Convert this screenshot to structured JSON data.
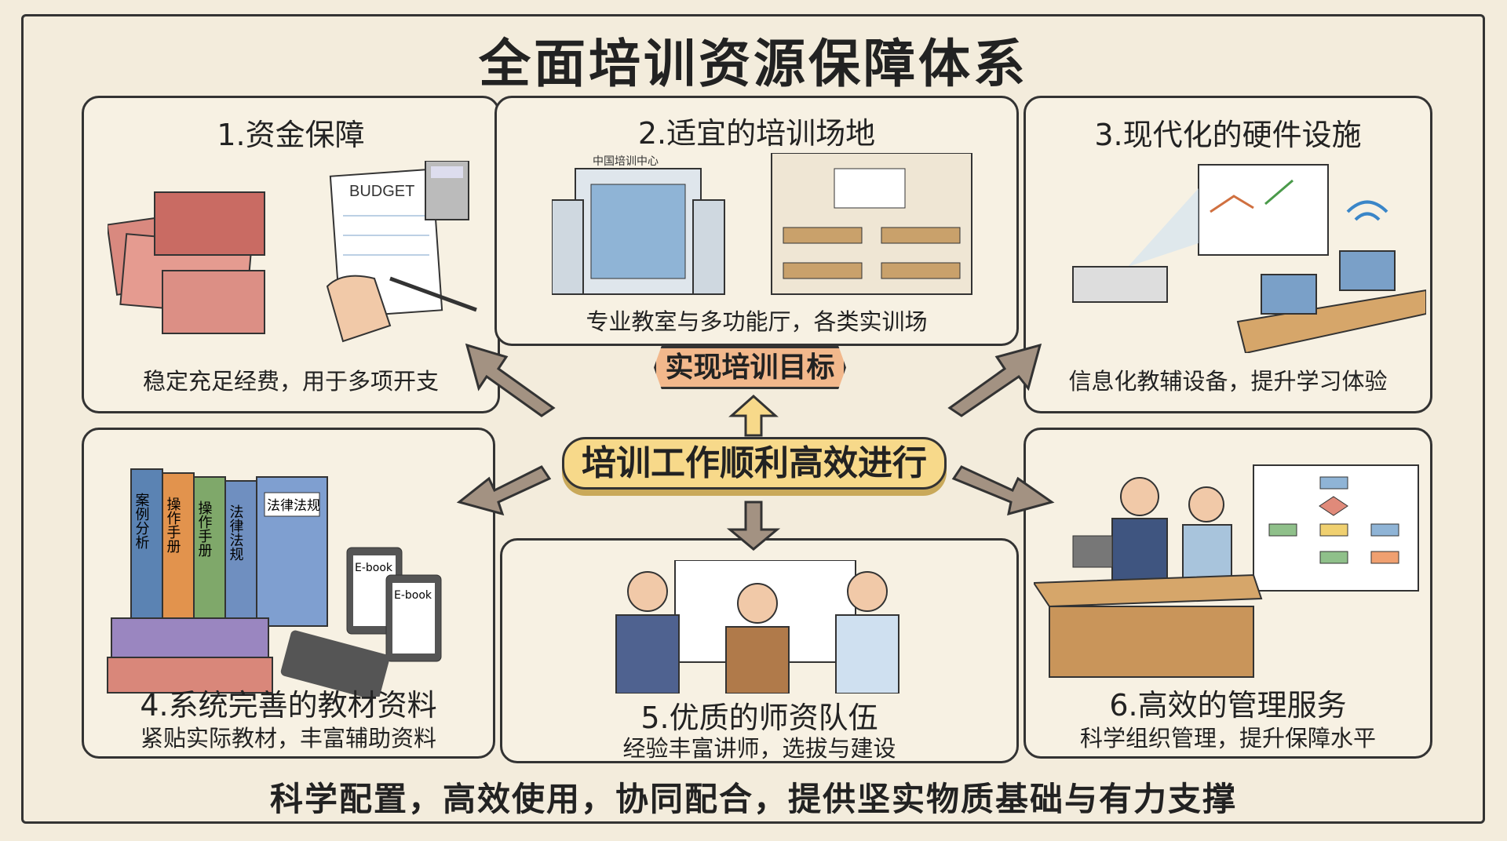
{
  "title": "全面培训资源保障体系",
  "center": {
    "main": "培训工作顺利高效进行",
    "goal": "实现培训目标"
  },
  "panels": [
    {
      "title": "1.资金保障",
      "desc": "稳定充足经费，用于多项开支",
      "budget_label": "BUDGET"
    },
    {
      "title": "2.适宜的培训场地",
      "desc": "专业教室与多功能厅，各类实训场",
      "building_sign": "中国培训中心"
    },
    {
      "title": "3.现代化的硬件设施",
      "desc": "信息化教辅设备，提升学习体验"
    },
    {
      "title": "4.系统完善的教材资料",
      "desc": "紧贴实际教材，丰富辅助资料",
      "books": [
        "案例分析",
        "操作手册",
        "操作手册",
        "法律法规",
        "法律法规"
      ],
      "ebook": "E-book"
    },
    {
      "title": "5.优质的师资队伍",
      "desc": "经验丰富讲师，选拔与建设"
    },
    {
      "title": "6.高效的管理服务",
      "desc": "科学组织管理，提升保障水平"
    }
  ],
  "footer": "科学配置，高效使用，协同配合，提供坚实物质基础与有力支撑",
  "colors": {
    "background": "#f3ecdc",
    "center": "#f7d98a",
    "goal": "#f2b88c",
    "arrow": "#a39282"
  }
}
